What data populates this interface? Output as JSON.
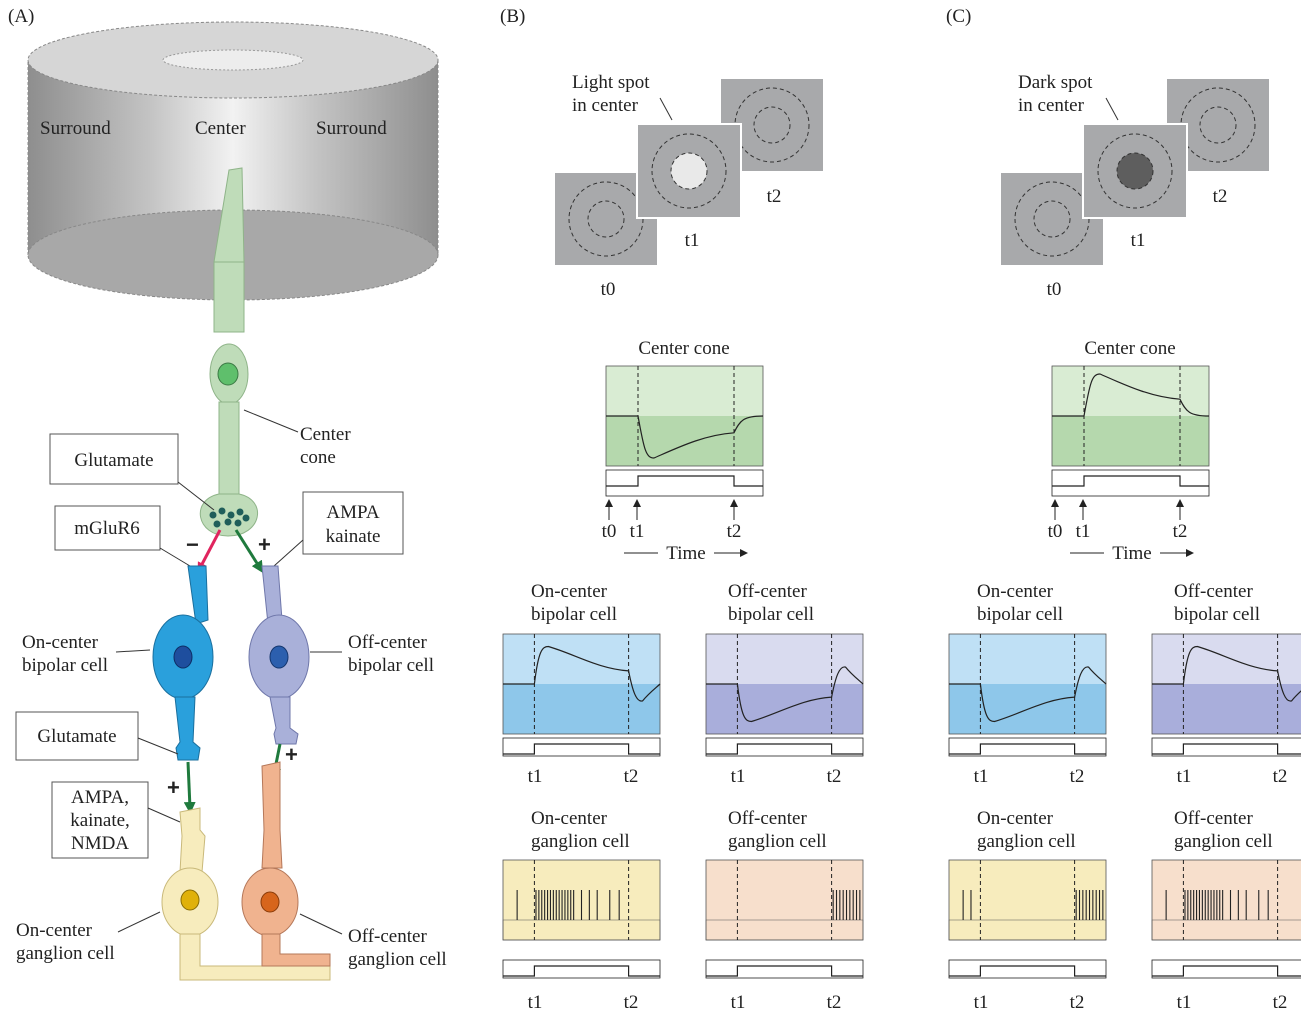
{
  "panels": {
    "A": {
      "tag": "(A)",
      "cylinder": {
        "surround_left": "Surround",
        "center": "Center",
        "surround_right": "Surround"
      },
      "center_cone": [
        "Center",
        "cone"
      ],
      "glutamate_top": "Glutamate",
      "mglur6": "mGluR6",
      "ampa_kainate": [
        "AMPA",
        "kainate"
      ],
      "minus_sign": "−",
      "plus_sign": "+",
      "on_bipolar": [
        "On-center",
        "bipolar cell"
      ],
      "off_bipolar": [
        "Off-center",
        "bipolar cell"
      ],
      "glutamate_bottom": "Glutamate",
      "ampa_nmda": [
        "AMPA,",
        "kainate,",
        "NMDA"
      ],
      "on_ganglion": [
        "On-center",
        "ganglion cell"
      ],
      "off_ganglion": [
        "Off-center",
        "ganglion cell"
      ]
    },
    "B": {
      "tag": "(B)",
      "spot_label": [
        "Light spot",
        "in center"
      ],
      "frames": [
        "t0",
        "t1",
        "t2"
      ],
      "spot_color": "#e9e9e9",
      "cone_title": "Center cone",
      "time_ticks": [
        "t0",
        "t1",
        "t2"
      ],
      "time_label": "Time",
      "on_bipolar_title": [
        "On-center",
        "bipolar cell"
      ],
      "off_bipolar_title": [
        "Off-center",
        "bipolar cell"
      ],
      "on_ganglion_title": [
        "On-center",
        "ganglion cell"
      ],
      "off_ganglion_title": [
        "Off-center",
        "ganglion cell"
      ],
      "stim_labels": [
        "t1",
        "t2"
      ]
    },
    "C": {
      "tag": "(C)",
      "spot_label": [
        "Dark spot",
        "in center"
      ],
      "frames": [
        "t0",
        "t1",
        "t2"
      ],
      "spot_color": "#5e5e5e",
      "cone_title": "Center cone",
      "time_ticks": [
        "t0",
        "t1",
        "t2"
      ],
      "time_label": "Time",
      "on_bipolar_title": [
        "On-center",
        "bipolar cell"
      ],
      "off_bipolar_title": [
        "Off-center",
        "bipolar cell"
      ],
      "on_ganglion_title": [
        "On-center",
        "ganglion cell"
      ],
      "off_ganglion_title": [
        "Off-center",
        "ganglion cell"
      ],
      "stim_labels": [
        "t1",
        "t2"
      ]
    }
  },
  "colors": {
    "cone_green": "#bfdcb9",
    "on_bipolar_blue": "#2aa0dc",
    "off_bipolar_purple": "#a9b0d9",
    "on_ganglion_yellow": "#f7ecbd",
    "off_ganglion_orange": "#f0b38f",
    "synapse_red": "#e0245e",
    "synapse_green": "#1f7a3d"
  }
}
